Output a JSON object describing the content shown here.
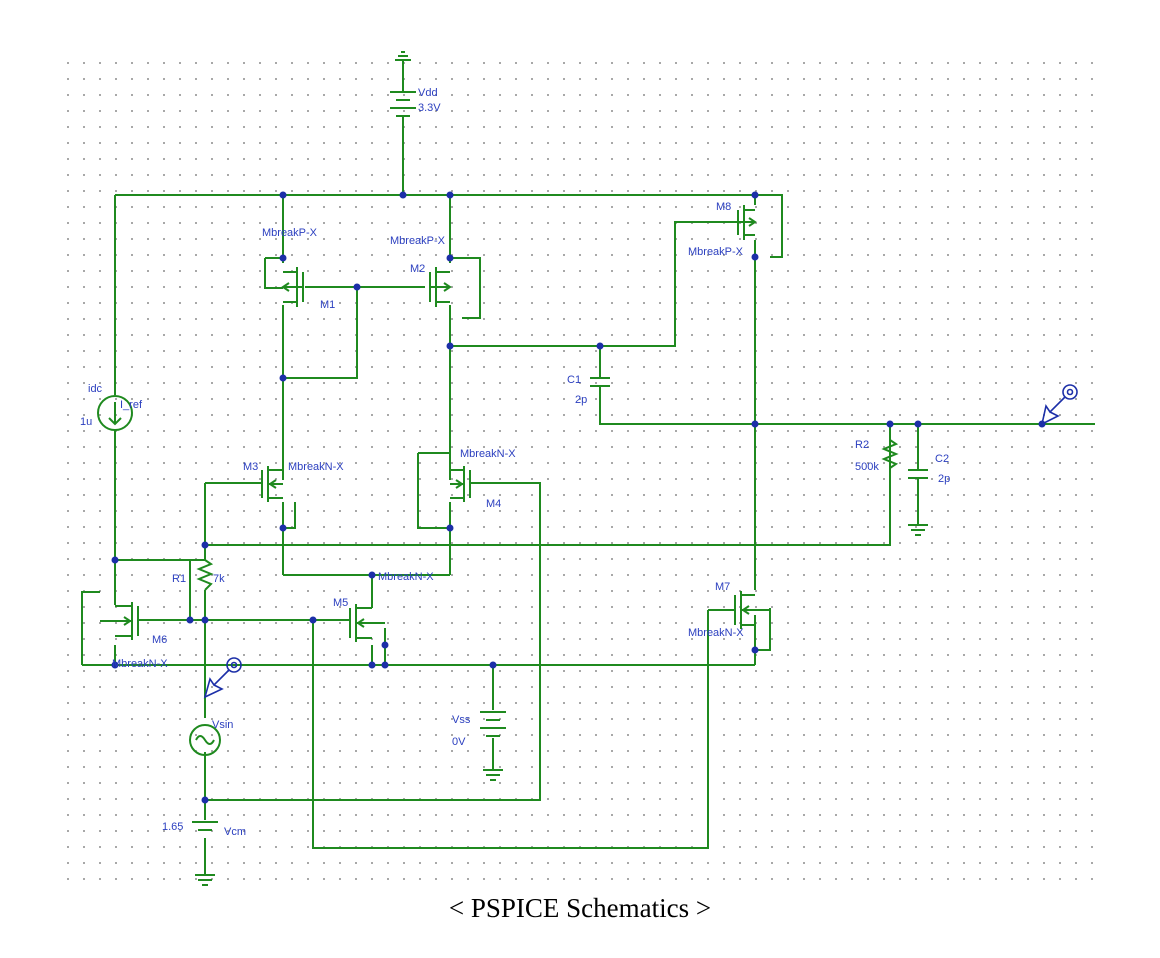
{
  "caption": "< PSPICE Schematics >",
  "colors": {
    "wire": "#1f8a1f",
    "label": "#2b3fbf",
    "junction": "#1c2fa8",
    "grid": "#9a9a9a"
  },
  "labels": {
    "vdd_name": "Vdd",
    "vdd_value": "3.3V",
    "m1_model": "MbreakP-X",
    "m1_name": "M1",
    "m2_model": "MbreakP-X",
    "m2_name": "M2",
    "m8_name": "M8",
    "m8_model": "MbreakP-X",
    "iref_type": "idc",
    "iref_name": "I_ref",
    "iref_value": "1u",
    "c1_name": "C1",
    "c1_value": "2p",
    "r2_name": "R2",
    "r2_value": "500k",
    "c2_name": "C2",
    "c2_value": "2p",
    "m3_name": "M3",
    "m3_model": "MbreakN-X",
    "m4_model": "MbreakN-X",
    "m4_name": "M4",
    "r1_name": "R1",
    "r1_value": "7k",
    "m5_model": "MbreakN-X",
    "m5_name": "M5",
    "m6_name": "M6",
    "m6_model": "MbreakN-X",
    "m7_name": "M7",
    "m7_model": "MbreakN-X",
    "vss_name": "Vss",
    "vss_value": "0V",
    "vsin_name": "Vsin",
    "vcm_value": "1.65",
    "vcm_name": "Vcm"
  }
}
